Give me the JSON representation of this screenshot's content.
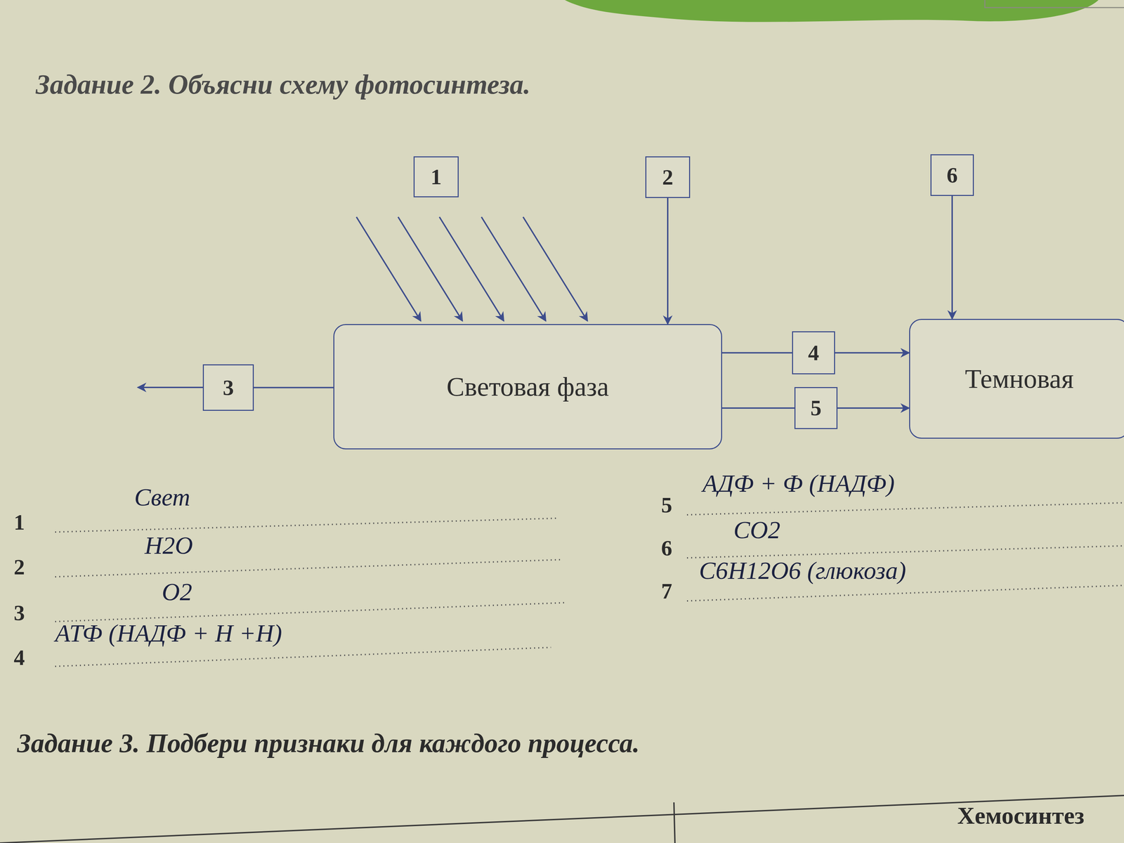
{
  "diagram": {
    "title": "Задание 2. Объясни схему фотосинтеза.",
    "nodes": [
      {
        "text": [
          "1"
        ]
      },
      {
        "text": [
          "2"
        ]
      },
      {
        "text": [
          "6"
        ]
      },
      {
        "text": [
          "Световая фаза"
        ]
      },
      {
        "text": [
          "Темновая"
        ]
      },
      {
        "text": [
          "3"
        ]
      },
      {
        "text": [
          "4"
        ]
      },
      {
        "text": [
          "5"
        ]
      }
    ],
    "edges": [
      {
        "from": 1,
        "to": 3,
        "arrow": "to"
      },
      {
        "from": 2,
        "to": 4,
        "arrow": "to"
      },
      {
        "from": 3,
        "to": 5,
        "arrow": "none"
      },
      {
        "from": 3,
        "to": 6,
        "arrow": "none"
      },
      {
        "from": 6,
        "to": 4,
        "arrow": "to"
      },
      {
        "from": 3,
        "to": 7,
        "arrow": "none"
      },
      {
        "from": 7,
        "to": 4,
        "arrow": "to"
      }
    ],
    "labels": [
      "1",
      "Свет",
      "2",
      "H2O",
      "3",
      "O2",
      "4",
      "АТФ (НАДФ + Н +Н)",
      "5",
      "АДФ + Ф (НАДФ)",
      "6",
      "CO2",
      "7",
      "C6H12O6 (глюкоза)",
      "Задание 3. Подбери признаки для каждого процесса.",
      "Хемосинтез"
    ]
  }
}
